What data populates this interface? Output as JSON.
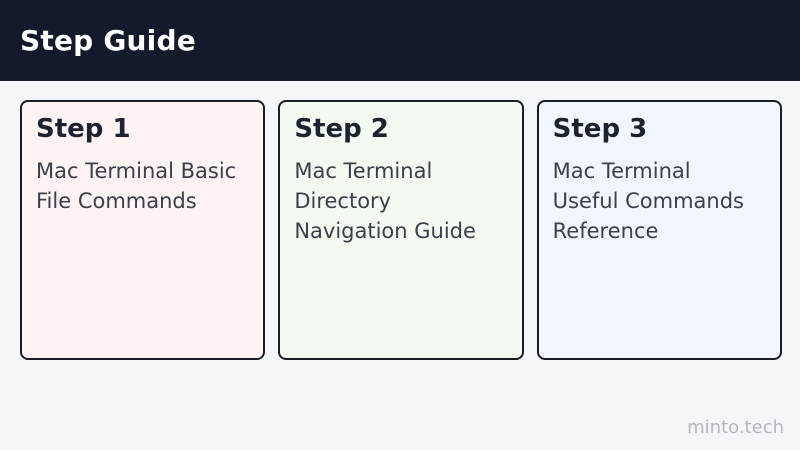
{
  "header": {
    "title": "Step Guide"
  },
  "cards": [
    {
      "step": "Step 1",
      "desc": "Mac Terminal Basic File Commands",
      "color": "#fff3f3"
    },
    {
      "step": "Step 2",
      "desc": "Mac Terminal Directory Navigation Guide",
      "color": "#f2faf1"
    },
    {
      "step": "Step 3",
      "desc": "Mac Terminal Useful Commands Reference",
      "color": "#f2f6fe"
    }
  ],
  "footer": {
    "watermark": "minto.tech"
  }
}
